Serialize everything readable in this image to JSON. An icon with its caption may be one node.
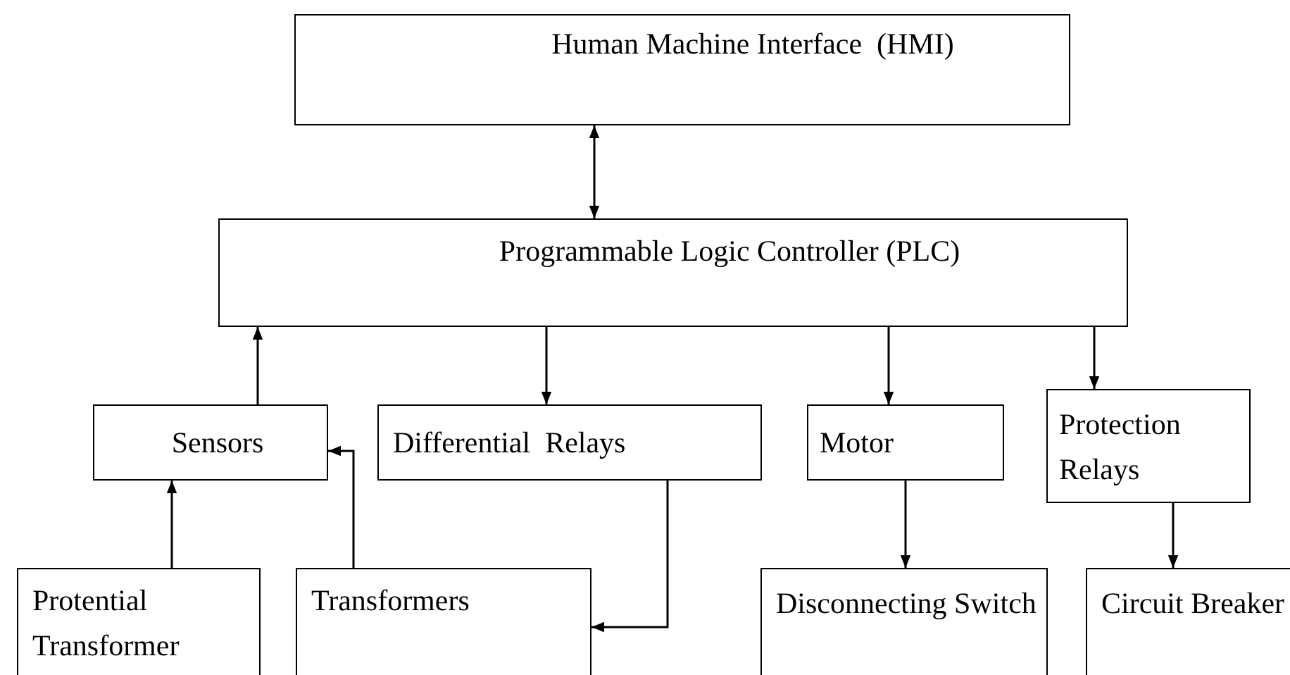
{
  "diagram": {
    "nodes": [
      {
        "text": [
          "Human Machine Interface  (HMI)"
        ]
      },
      {
        "text": [
          "Programmable Logic Controller (PLC)"
        ]
      },
      {
        "text": [
          "Sensors"
        ]
      },
      {
        "text": [
          "Differential  Relays"
        ]
      },
      {
        "text": [
          "Motor"
        ]
      },
      {
        "text": [
          "Protection Relays"
        ]
      },
      {
        "text": [
          "Protential Transformer"
        ]
      },
      {
        "text": [
          "Transformers"
        ]
      },
      {
        "text": [
          "Disconnecting Switch"
        ]
      },
      {
        "text": [
          "Circuit Breaker"
        ]
      }
    ],
    "edges": [
      {
        "from": 0,
        "to": 1,
        "arrow": "both"
      },
      {
        "from": 2,
        "to": 1,
        "arrow": "to"
      },
      {
        "from": 1,
        "to": 3,
        "arrow": "to"
      },
      {
        "from": 1,
        "to": 4,
        "arrow": "to"
      },
      {
        "from": 1,
        "to": 5,
        "arrow": "to"
      },
      {
        "from": 6,
        "to": 2,
        "arrow": "to"
      },
      {
        "from": 7,
        "to": 2,
        "arrow": "to"
      },
      {
        "from": 3,
        "to": 7,
        "arrow": "to"
      },
      {
        "from": 4,
        "to": 8,
        "arrow": "to"
      },
      {
        "from": 5,
        "to": 9,
        "arrow": "to"
      }
    ]
  }
}
